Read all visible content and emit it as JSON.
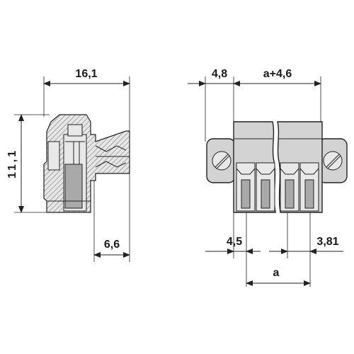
{
  "drawing": {
    "side_view": {
      "width_label": "16,1",
      "height_label": "11,1",
      "pin_label": "6,6"
    },
    "front_view": {
      "flange_label": "4,8",
      "span_label": "a+4,6",
      "offset_label": "4,5",
      "pitch_label": "3,81",
      "a_label": "a"
    },
    "colors": {
      "body": "#d3d3d3",
      "slot": "#a9a9a9",
      "line": "#222222"
    }
  }
}
